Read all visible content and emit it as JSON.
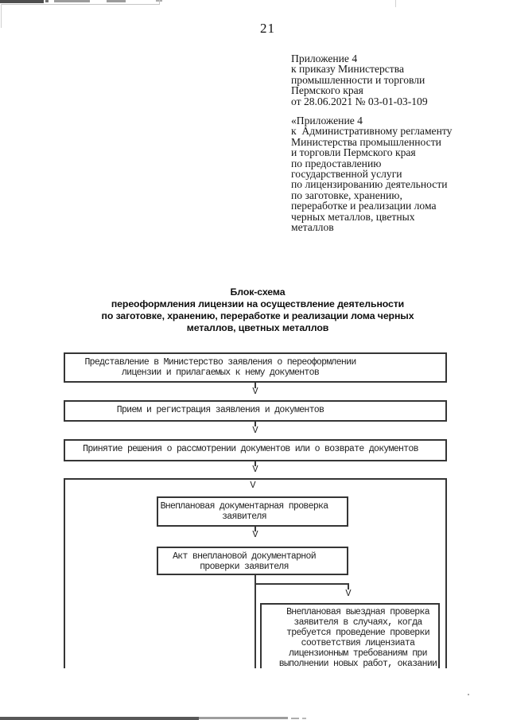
{
  "page": {
    "number": "21"
  },
  "colors": {
    "ink": "#1b1b1b",
    "border": "#353535"
  },
  "header": {
    "block1_lines": [
      "Приложение 4",
      "к приказу Министерства",
      "промышленности и торговли",
      "Пермского края",
      "от 28.06.2021 № 03-01-03-109"
    ],
    "block2_lines": [
      "«Приложение 4",
      "к  Административному регламенту",
      "Министерства промышленности",
      "и торговли Пермского края",
      "по предоставлению",
      "государственной услуги",
      "по лицензированию деятельности",
      "по заготовке, хранению,",
      "переработке и реализации лома",
      "черных металлов, цветных",
      "металлов"
    ]
  },
  "title": {
    "lines": [
      "Блок-схема",
      "переоформления лицензии на осуществление деятельности",
      "по заготовке, хранению, переработке и реализации лома черных",
      "металлов, цветных металлов"
    ]
  },
  "flowchart": {
    "arrow_glyph": "V",
    "boxes": [
      {
        "id": "submission",
        "lines": [
          "Представление в Министерство заявления о переоформлении",
          "лицензии и прилагаемых к нему документов"
        ]
      },
      {
        "id": "registration",
        "lines": [
          "Прием и регистрация заявления и документов"
        ]
      },
      {
        "id": "decision",
        "lines": [
          "Принятие решения о рассмотрении документов или о возврате документов"
        ]
      },
      {
        "id": "documentary-check",
        "lines": [
          "Внеплановая документарная проверка",
          "заявителя"
        ]
      },
      {
        "id": "check-act",
        "lines": [
          "Акт внеплановой документарной",
          "проверки заявителя"
        ]
      },
      {
        "id": "field-check",
        "lines": [
          "Внеплановая выездная проверка",
          "заявителя в случаях, когда",
          "требуется проведение проверки",
          "соответствия лицензиата",
          "лицензионным требованиям при",
          "выполнении новых работ, оказании"
        ]
      }
    ]
  }
}
